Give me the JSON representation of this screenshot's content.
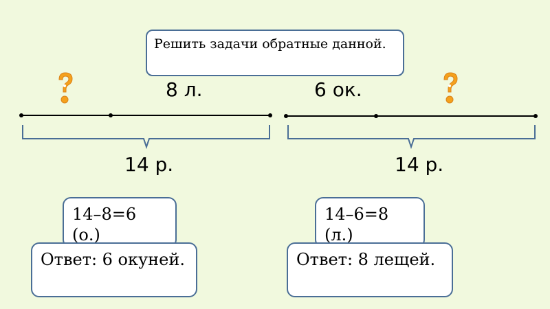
{
  "callout": {
    "text": "Решить задачи обратные данной."
  },
  "left": {
    "segment_label": "8 л.",
    "total_label": "14 р.",
    "calc": "14–8=6 (о.)",
    "answer": "Ответ: 6 окуней."
  },
  "right": {
    "segment_label": "6 ок.",
    "total_label": "14 р.",
    "calc": "14–6=8 (л.)",
    "answer": "Ответ: 8 лещей."
  },
  "icons": {
    "unknown": "question-mark-icon"
  },
  "colors": {
    "background": "#f1f9de",
    "box_border": "#4a6e96",
    "brace": "#4a6e96",
    "question_mark": "#f5a11c"
  }
}
